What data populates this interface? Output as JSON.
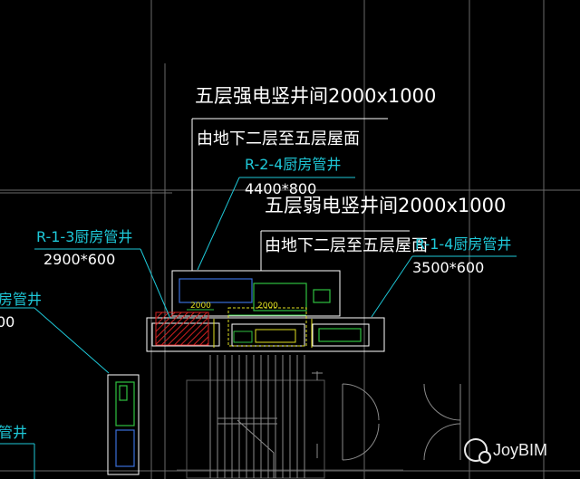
{
  "drawing": {
    "strong_shaft_title": "五层强电竖井间2000x1000",
    "strong_shaft_range": "由地下二层至五层屋面",
    "weak_shaft_title": "五层弱电竖井间2000x1000",
    "weak_shaft_range": "由地下二层至五层屋面",
    "labels": {
      "r24_name": "R-2-4厨房管井",
      "r24_size": "4400*800",
      "r13_name": "R-1-3厨房管井",
      "r13_size": "2900*600",
      "r14_name": "R-1-4厨房管井",
      "r14_size": "3500*600",
      "left_partial_name": "房管井",
      "left_partial_size": "00",
      "left_lower_partial": "管井"
    },
    "dim_a": "2000",
    "dim_b": "2000"
  },
  "watermark": {
    "brand": "JoyBIM"
  },
  "colors": {
    "background": "#000000",
    "text": "#ffffff",
    "leader": "#1ec8d8",
    "hatch": "#d02020",
    "equipment": "#3a6fd8",
    "panel": "#2fc040",
    "dim": "#e0e020"
  }
}
